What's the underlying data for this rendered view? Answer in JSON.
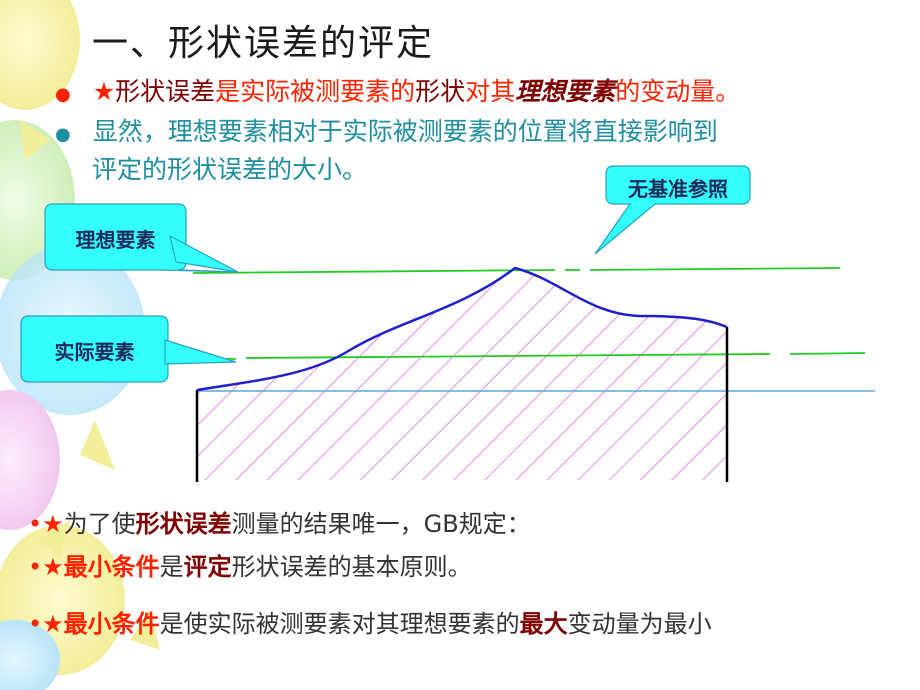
{
  "title": "一、形状误差的评定",
  "bullets": [
    {
      "star": "★",
      "term1": "形状误差",
      "text1": "是实际被测要素的",
      "term2": "形状",
      "text2": "对其",
      "term3": "理想要素",
      "text3": "的变动量。"
    },
    {
      "line1": "显然，理想要素相对于实际被测要素的位置将直接影响到",
      "line2": "评定的形状误差的大小。"
    }
  ],
  "callouts": {
    "no_datum": "无基准参照",
    "ideal": "理想要素",
    "actual": "实际要素"
  },
  "rules": [
    {
      "prefix": "•★",
      "text1": "为了使",
      "term": "形状误差",
      "text2": "测量的结果唯一，GB规定："
    },
    {
      "prefix": "•★",
      "term1": "最小条件",
      "text1": "是",
      "term2": "评定",
      "text2": "形状误差的基本原则。"
    },
    {
      "prefix": "•★",
      "term1": "最小条件",
      "text1": "是使实际被测要素对其理想要素的",
      "term2": "最大",
      "text2": "变动量为最小"
    }
  ],
  "colors": {
    "bullet_red": "#ff2200",
    "bullet_teal": "#1e8fa0",
    "curve": "#1f1fd0",
    "hatch": "#e040e0",
    "ideal_line": "#22cc22",
    "callout_fill": "#33ffff"
  }
}
